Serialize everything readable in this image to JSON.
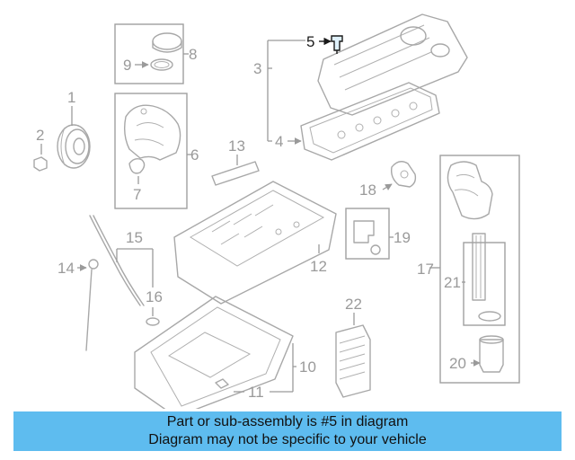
{
  "callouts": {
    "c1": "1",
    "c2": "2",
    "c3": "3",
    "c4": "4",
    "c5": "5",
    "c6": "6",
    "c7": "7",
    "c8": "8",
    "c9": "9",
    "c10": "10",
    "c11": "11",
    "c12": "12",
    "c13": "13",
    "c14": "14",
    "c15": "15",
    "c16": "16",
    "c17": "17",
    "c18": "18",
    "c19": "19",
    "c20": "20",
    "c21": "21",
    "c22": "22"
  },
  "highlighted_part": "5",
  "colors": {
    "banner": "#5ebcef",
    "highlight": "#1a1a1a",
    "linework": "#a8a8a8"
  },
  "banner": {
    "line1": "Part or sub-assembly is #5 in diagram",
    "line2": "Diagram may not be specific to your vehicle"
  }
}
